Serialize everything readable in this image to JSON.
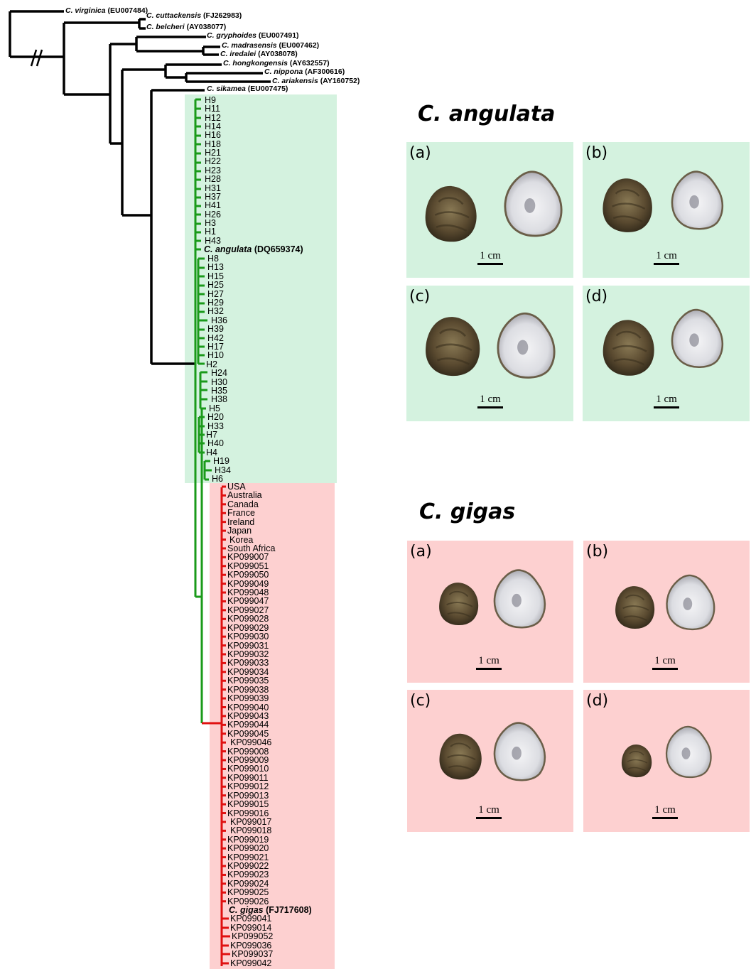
{
  "outgroups": [
    {
      "species": "C. virginica",
      "acc": "(EU007484)"
    },
    {
      "species": "C. cuttackensis",
      "acc": "(FJ262983)"
    },
    {
      "species": "C. belcheri",
      "acc": "(AY038077)"
    },
    {
      "species": "C. gryphoides",
      "acc": "(EU007491)"
    },
    {
      "species": "C. madrasensis",
      "acc": "(EU007462)"
    },
    {
      "species": "C. iredalei",
      "acc": "(AY038078)"
    },
    {
      "species": "C. hongkongensis",
      "acc": "(AY632557)"
    },
    {
      "species": "C. nippona",
      "acc": "(AF300616)"
    },
    {
      "species": "C. ariakensis",
      "acc": "(AY160752)"
    },
    {
      "species": "C. sikamea",
      "acc": "(EU007475)"
    }
  ],
  "angulata_tips_a": [
    "H9",
    "H11",
    "H12",
    "H14",
    "H16",
    "H18",
    "H21",
    "H22",
    "H23",
    "H28",
    "H31",
    "H37",
    "H41",
    "H26",
    "H3",
    "H1",
    "H43"
  ],
  "angulata_ref": {
    "species": "C. angulata",
    "acc": "(DQ659374)"
  },
  "angulata_tips_b": [
    "H8",
    "H13",
    "H15",
    "H25",
    "H27",
    "H29",
    "H32",
    "H36",
    "H39",
    "H42",
    "H17",
    "H10",
    "H2",
    "H24",
    "H30",
    "H35",
    "H38",
    "H5",
    "H20",
    "H33",
    "H7",
    "H40",
    "H4",
    "H19",
    "H34",
    "H6"
  ],
  "gigas_tips_a": [
    "USA",
    "Australia",
    "Canada",
    "France",
    "Ireland",
    "Japan",
    "Korea",
    "South Africa",
    "KP099007",
    "KP099051",
    "KP099050",
    "KP099049",
    "KP099048",
    "KP099047",
    "KP099027",
    "KP099028",
    "KP099029",
    "KP099030",
    "KP099031",
    "KP099032",
    "KP099033",
    "KP099034",
    "KP099035",
    "KP099038",
    "KP099039",
    "KP099040",
    "KP099043",
    "KP099044",
    "KP099045",
    "KP099046",
    "KP099008",
    "KP099009",
    "KP099010",
    "KP099011",
    "KP099012",
    "KP099013",
    "KP099015",
    "KP099016",
    "KP099017",
    "KP099018",
    "KP099019",
    "KP099020",
    "KP099021",
    "KP099022",
    "KP099023",
    "KP099024",
    "KP099025",
    "KP099026"
  ],
  "gigas_ref": {
    "species": "C. gigas",
    "acc": "(FJ717608)"
  },
  "gigas_tips_b": [
    "KP099041",
    "KP099014",
    "KP099052",
    "KP099036",
    "KP099037",
    "KP099042"
  ],
  "photos": {
    "angulata_title": "C. angulata",
    "gigas_title": "C. gigas",
    "panel_labels": [
      "(a)",
      "(b)",
      "(c)",
      "(d)"
    ],
    "scale_label": "1 cm"
  },
  "colors": {
    "angulata_bg": "#d4f2df",
    "gigas_bg": "#fdd0d0",
    "angulata_branch": "#1a9a1a",
    "gigas_branch": "#e01010",
    "outgroup_branch": "#000000"
  }
}
